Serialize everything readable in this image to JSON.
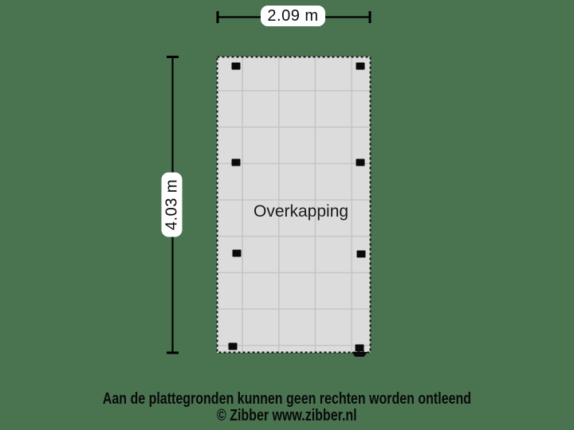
{
  "background_color": "#4A7350",
  "plan": {
    "room_label": "Overkapping",
    "width_label": "2.09 m",
    "height_label": "4.03 m",
    "width_m": 2.09,
    "height_m": 4.03,
    "floor_color": "#dcdcdc",
    "grid_color": "#c1c1c1",
    "outline_color": "#141414",
    "post_color": "#0a0a0a",
    "post_count": 8,
    "dimension_label_bg": "#ffffff",
    "dimension_line_color": "#000000"
  },
  "footer": {
    "disclaimer": "Aan de plattegronden kunnen geen rechten worden ontleend",
    "copyright": "© Zibber www.zibber.nl",
    "text_color": "#0a0a0a"
  }
}
